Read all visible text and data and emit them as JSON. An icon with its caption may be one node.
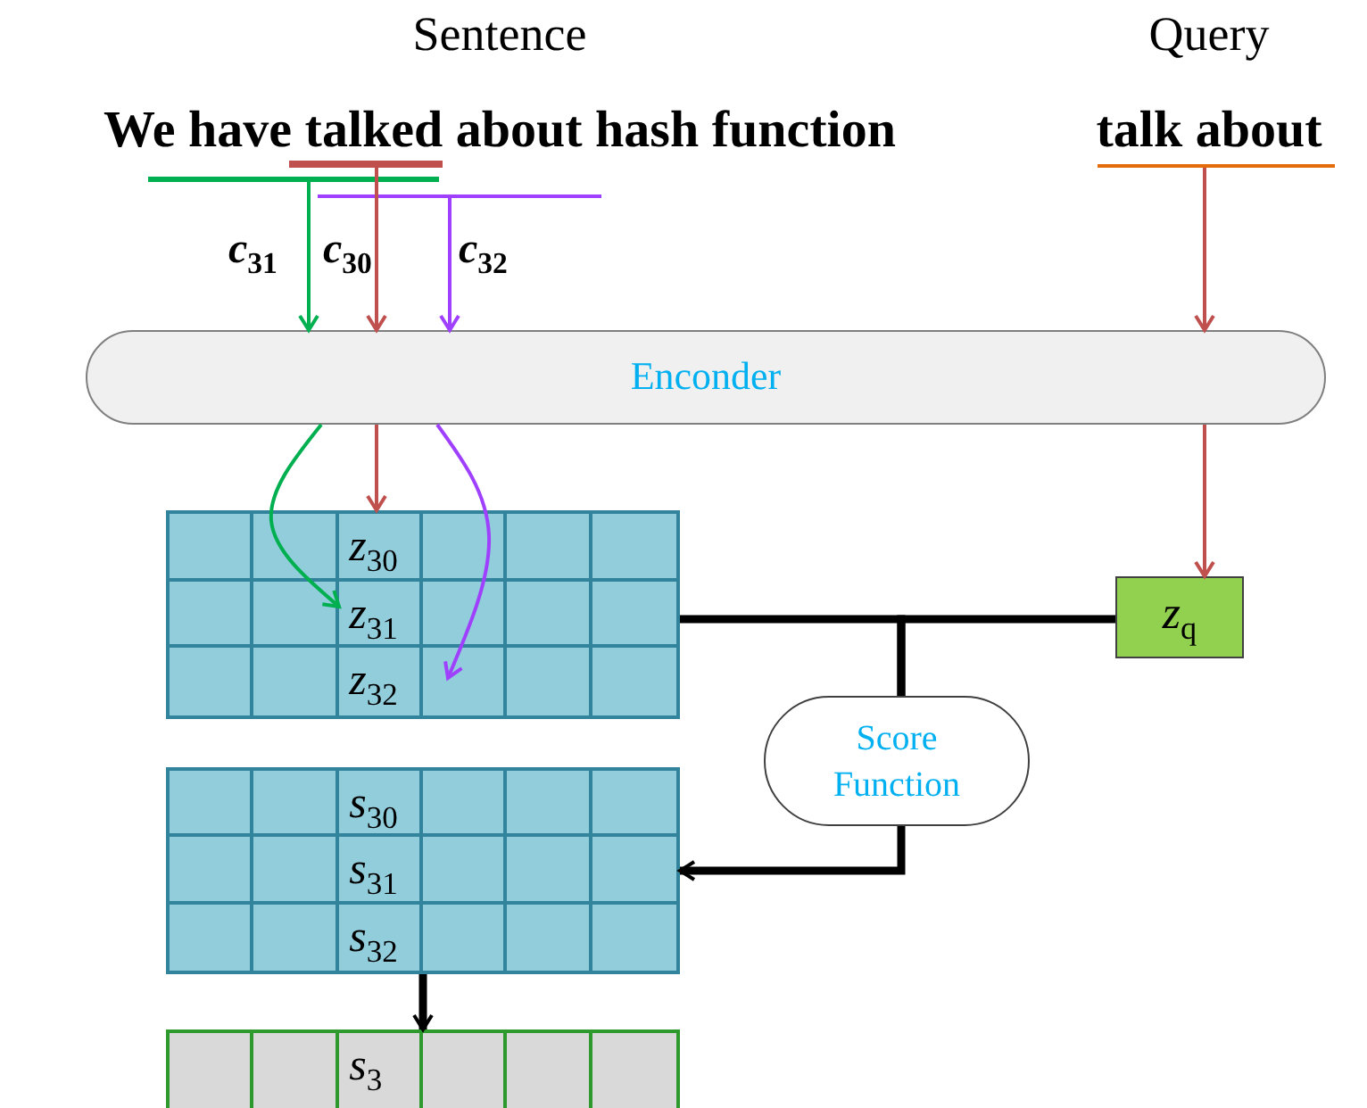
{
  "diagram": {
    "nodes": [
      {
        "text": [
          "Sentence",
          "We have talked about hash function"
        ]
      },
      {
        "text": [
          "Query",
          "talk about"
        ]
      },
      {
        "text": [],
        "shape": "bar"
      },
      {
        "text": [],
        "shape": "bar"
      },
      {
        "text": [],
        "shape": "bar"
      },
      {
        "text": [],
        "shape": "bar"
      },
      {
        "text": [
          "Enconder"
        ]
      },
      {
        "text": [
          "z$_{30}$",
          "z$_{31}$",
          "z$_{32}$"
        ]
      },
      {
        "text": [
          "z$_{q}$"
        ]
      },
      {
        "text": [
          "Score Function"
        ]
      },
      {
        "text": [
          "s$_{30}$",
          "s$_{31}$",
          "s$_{32}$"
        ]
      },
      {
        "text": [
          "s$_{3}$"
        ]
      }
    ],
    "edges": [
      {
        "from": 2,
        "to": 6,
        "arrow": "to",
        "label": "c$_{31}$",
        "color": "#00b050"
      },
      {
        "from": 3,
        "to": 6,
        "arrow": "to",
        "label": "c$_{30}$",
        "color": "#c0504d"
      },
      {
        "from": 4,
        "to": 6,
        "arrow": "to",
        "label": "c$_{32}$",
        "color": "#a040ff"
      },
      {
        "from": 5,
        "to": 6,
        "arrow": "to",
        "color": "#c0504d"
      },
      {
        "from": 6,
        "to": 7,
        "arrow": "to",
        "color": "#00b050"
      },
      {
        "from": 6,
        "to": 7,
        "arrow": "to",
        "color": "#c0504d"
      },
      {
        "from": 6,
        "to": 7,
        "arrow": "to",
        "color": "#a040ff"
      },
      {
        "from": 6,
        "to": 8,
        "arrow": "to",
        "color": "#c0504d"
      },
      {
        "from": 7,
        "to": 9,
        "arrow": "none",
        "style": "thick",
        "color": "#000000"
      },
      {
        "from": 8,
        "to": 9,
        "arrow": "none",
        "style": "thick",
        "color": "#000000"
      },
      {
        "from": 9,
        "to": 10,
        "arrow": "to",
        "style": "thick",
        "color": "#000000"
      },
      {
        "from": 10,
        "to": 11,
        "arrow": "to",
        "style": "thick",
        "color": "#000000"
      }
    ]
  }
}
